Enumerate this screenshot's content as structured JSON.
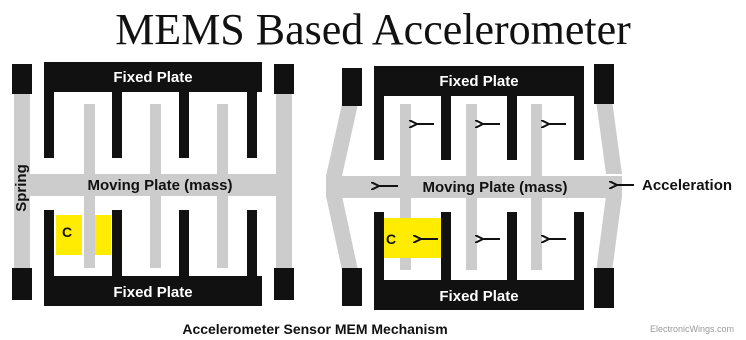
{
  "title": "MEMS Based Accelerometer",
  "left_diagram": {
    "top_plate": "Fixed Plate",
    "bottom_plate": "Fixed Plate",
    "moving_plate": "Moving Plate (mass)",
    "spring": "Spring",
    "capacitance": "C"
  },
  "right_diagram": {
    "top_plate": "Fixed Plate",
    "bottom_plate": "Fixed Plate",
    "moving_plate": "Moving Plate (mass)",
    "acceleration": "Acceleration",
    "capacitance": "C"
  },
  "caption": "Accelerometer Sensor MEM Mechanism",
  "watermark": "ElectronicWings.com",
  "colors": {
    "fixed": "#111111",
    "moving": "#cccccc",
    "capacitor": "#ffec00",
    "label_on_dark": "#ffffff"
  }
}
